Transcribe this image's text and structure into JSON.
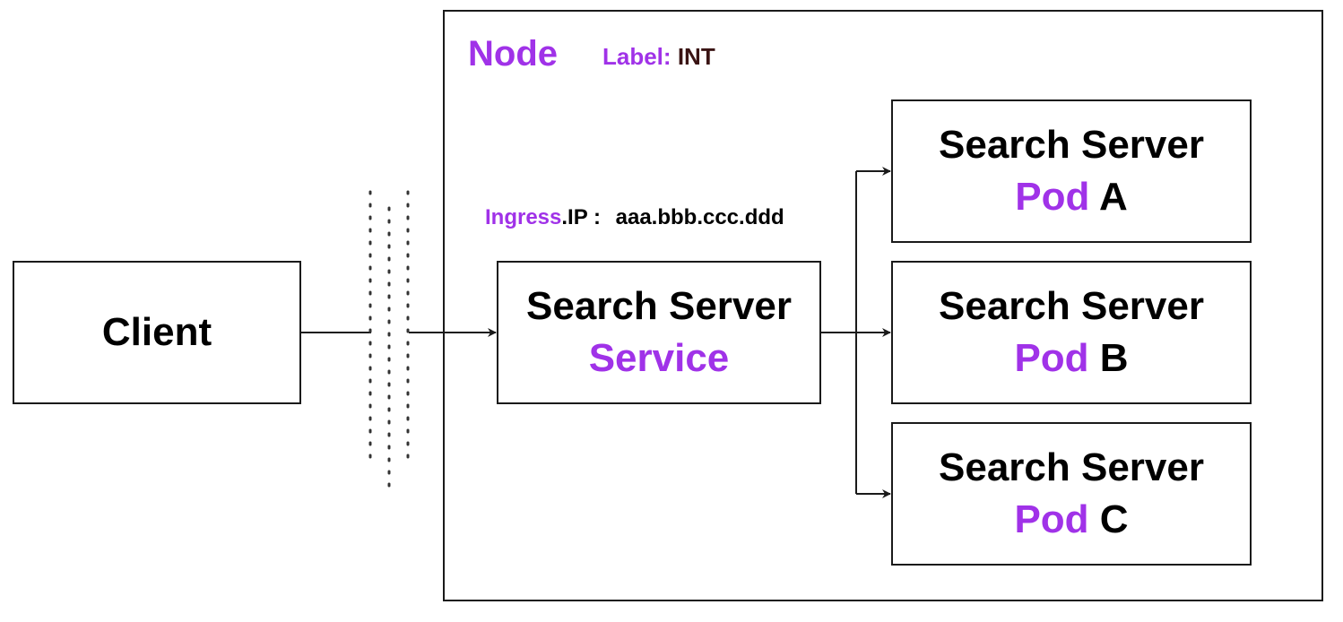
{
  "node": {
    "title": "Node",
    "label_key": "Label:",
    "label_value": "INT"
  },
  "ingress": {
    "key": "Ingress",
    "ip_key": ".IP :",
    "ip_value": "aaa.bbb.ccc.ddd"
  },
  "client": {
    "label": "Client"
  },
  "service": {
    "line1": "Search Server",
    "line2": "Service"
  },
  "pods": [
    {
      "line1": "Search Server",
      "kind": "Pod",
      "id": "A"
    },
    {
      "line1": "Search Server",
      "kind": "Pod",
      "id": "B"
    },
    {
      "line1": "Search Server",
      "kind": "Pod",
      "id": "C"
    }
  ],
  "colors": {
    "accent": "#a032e8",
    "text": "#000000",
    "stroke": "#1a1a1a",
    "label_value": "#3a1414"
  }
}
